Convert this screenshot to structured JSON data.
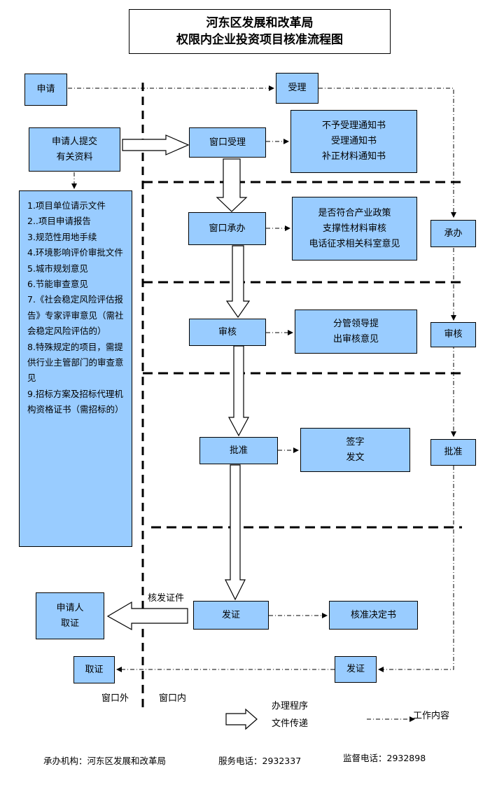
{
  "title": {
    "line1": "河东区发展和改革局",
    "line2": "权限内企业投资项目核准流程图"
  },
  "left": {
    "apply": "申请",
    "submit_line1": "申请人提交",
    "submit_line2": "有关资料",
    "documents": [
      "1.项目单位请示文件",
      "2..项目申请报告",
      "3.规范性用地手续",
      "4.环境影响评价审批文件",
      "5.城市规划意见",
      "6.节能审查意见",
      "7.《社会稳定风险评估报告》专家评审意见（需社会稳定风险评估的）",
      "8.特殊规定的项目，需提供行业主管部门的审查意见",
      "9.招标方案及招标代理机构资格证书（需招标的）"
    ],
    "collector_line1": "申请人",
    "collector_line2": "取证",
    "take_cert": "取证",
    "issue_label": "核发证件"
  },
  "center": {
    "window_accept": "窗口受理",
    "window_undertake": "窗口承办",
    "review": "审核",
    "approve": "批准",
    "issue": "发证"
  },
  "details": {
    "notices": [
      "不予受理通知书",
      "受理通知书",
      "补正材料通知书"
    ],
    "checks": [
      "是否符合产业政策",
      "支撑性材料审核",
      "电话征求相关科室意见"
    ],
    "review_opinion": [
      "分管领导提",
      "出审核意见"
    ],
    "sign": [
      "签字",
      "发文"
    ],
    "decision": "核准决定书"
  },
  "right": {
    "accept": "受理",
    "undertake": "承办",
    "review": "审核",
    "approve": "批准",
    "issue": "发证"
  },
  "zones": {
    "outside": "窗口外",
    "inside": "窗口内"
  },
  "legend": {
    "procedure": "办理程序",
    "transfer": "文件传递",
    "work": "工作内容"
  },
  "footer": {
    "org": "承办机构：河东区发展和改革局",
    "service": "服务电话：2932337",
    "supervise": "监督电话：2932898"
  }
}
